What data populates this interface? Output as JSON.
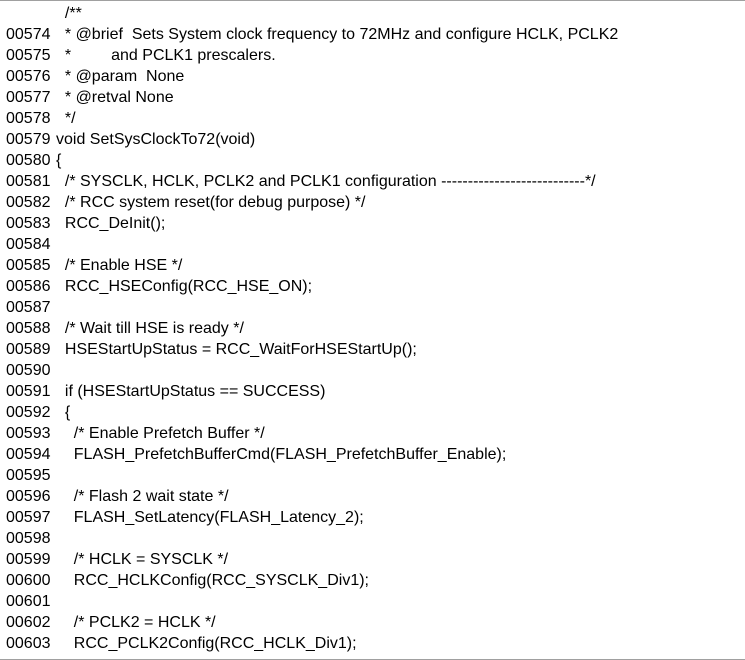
{
  "lines": [
    {
      "number": "",
      "code": "  /**"
    },
    {
      "number": "00574",
      "code": "  * @brief  Sets System clock frequency to 72MHz and configure HCLK, PCLK2"
    },
    {
      "number": "00575",
      "code": "  *         and PCLK1 prescalers."
    },
    {
      "number": "00576",
      "code": "  * @param  None"
    },
    {
      "number": "00577",
      "code": "  * @retval None"
    },
    {
      "number": "00578",
      "code": "  */"
    },
    {
      "number": "00579",
      "code": "void SetSysClockTo72(void)"
    },
    {
      "number": "00580",
      "code": "{"
    },
    {
      "number": "00581",
      "code": "  /* SYSCLK, HCLK, PCLK2 and PCLK1 configuration ---------------------------*/"
    },
    {
      "number": "00582",
      "code": "  /* RCC system reset(for debug purpose) */"
    },
    {
      "number": "00583",
      "code": "  RCC_DeInit();"
    },
    {
      "number": "00584",
      "code": ""
    },
    {
      "number": "00585",
      "code": "  /* Enable HSE */"
    },
    {
      "number": "00586",
      "code": "  RCC_HSEConfig(RCC_HSE_ON);"
    },
    {
      "number": "00587",
      "code": ""
    },
    {
      "number": "00588",
      "code": "  /* Wait till HSE is ready */"
    },
    {
      "number": "00589",
      "code": "  HSEStartUpStatus = RCC_WaitForHSEStartUp();"
    },
    {
      "number": "00590",
      "code": ""
    },
    {
      "number": "00591",
      "code": "  if (HSEStartUpStatus == SUCCESS)"
    },
    {
      "number": "00592",
      "code": "  {"
    },
    {
      "number": "00593",
      "code": "    /* Enable Prefetch Buffer */"
    },
    {
      "number": "00594",
      "code": "    FLASH_PrefetchBufferCmd(FLASH_PrefetchBuffer_Enable);"
    },
    {
      "number": "00595",
      "code": ""
    },
    {
      "number": "00596",
      "code": "    /* Flash 2 wait state */"
    },
    {
      "number": "00597",
      "code": "    FLASH_SetLatency(FLASH_Latency_2);"
    },
    {
      "number": "00598",
      "code": ""
    },
    {
      "number": "00599",
      "code": "    /* HCLK = SYSCLK */"
    },
    {
      "number": "00600",
      "code": "    RCC_HCLKConfig(RCC_SYSCLK_Div1);"
    },
    {
      "number": "00601",
      "code": ""
    },
    {
      "number": "00602",
      "code": "    /* PCLK2 = HCLK */"
    },
    {
      "number": "00603",
      "code": "    RCC_PCLK2Config(RCC_HCLK_Div1);"
    }
  ]
}
